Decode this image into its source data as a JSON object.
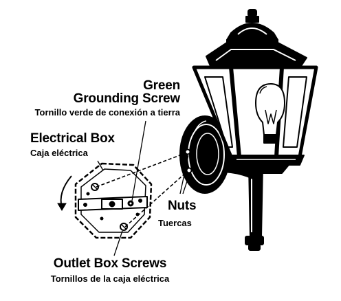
{
  "labels": {
    "grounding_screw_line1": "Green",
    "grounding_screw_line2": "Grounding Screw",
    "grounding_screw_es": "Tornillo verde de conexión a tierra",
    "electrical_box": "Electrical Box",
    "electrical_box_es": "Caja eléctrica",
    "nuts": "Nuts",
    "nuts_es": "Tuercas",
    "outlet_box_screws": "Outlet Box Screws",
    "outlet_box_screws_es": "Tornillos de la caja eléctrica"
  }
}
